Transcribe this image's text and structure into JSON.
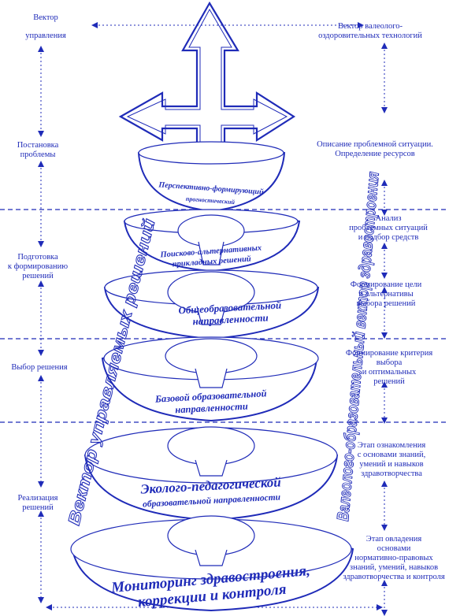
{
  "colors": {
    "ink": "#1f2bb8",
    "background": "#ffffff"
  },
  "top_left": "Вектор управления",
  "top_right": [
    "Вектор валеолого-",
    "оздоровительных  технологий"
  ],
  "left_steps": {
    "problem": [
      "Постановка",
      "проблемы"
    ],
    "prepare": [
      "Подготовка",
      "к формированию",
      "решений"
    ],
    "choice": "Выбор решения",
    "realize": [
      "Реализация",
      "решений"
    ]
  },
  "right_steps": {
    "describe": [
      "Описание проблемной ситуации.",
      "Определение ресурсов"
    ],
    "analysis": [
      "Анализ",
      "проблемных ситуаций",
      "и подбор средств"
    ],
    "goals": [
      "Формирование цели",
      "и альтернативы",
      "выбора решений"
    ],
    "criteria": [
      "Формирование критерия",
      "выбора",
      "и оптимальных",
      "решений"
    ],
    "intro": [
      "Этап ознакомления",
      "с основами знаний,",
      "умений и навыков",
      "здравотворчества"
    ],
    "mastery": [
      "Этап овладения",
      "основами",
      "нормативно-правовых",
      "знаний, умений, навыков",
      "здравотворчества и контроля"
    ]
  },
  "bowls": {
    "b1": [
      "Перспективно-формирующий",
      "прогностический"
    ],
    "b2": [
      "Поисково-альтернативных",
      "прикладных решений"
    ],
    "b3": [
      "Общеобразовательной",
      "направленности"
    ],
    "b4": [
      "Базовой образовательной",
      "направленности"
    ],
    "b5": [
      "Эколого-педагогической",
      "образовательной направленности"
    ],
    "b6": [
      "Мониторинг здравостроения,",
      "коррекции и контроля"
    ]
  },
  "vectors": {
    "managed": "Вектор управляемых решений",
    "valeological": "Валеолого-образовательный вектор здравостроения"
  }
}
